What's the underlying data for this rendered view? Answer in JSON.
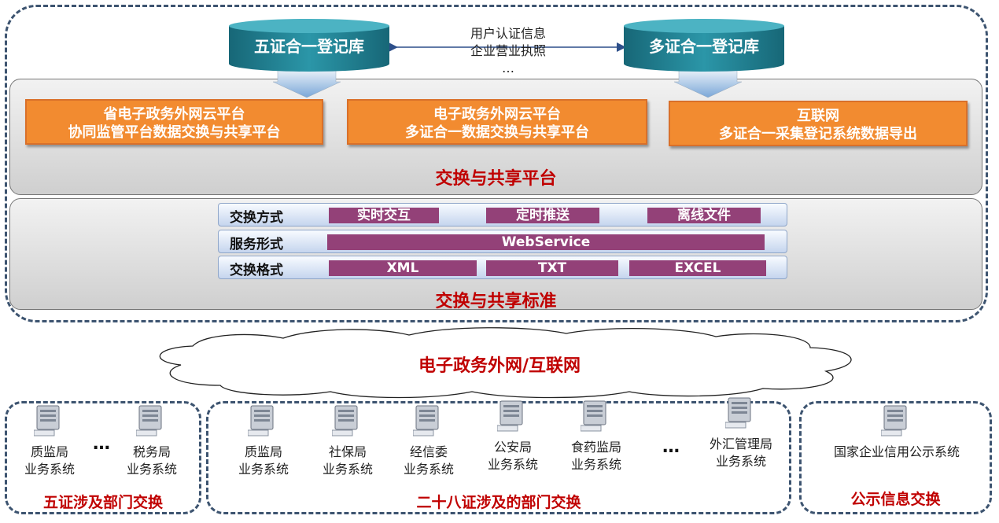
{
  "databases": {
    "left": "五证合一登记库",
    "right": "多证合一登记库"
  },
  "mid_note": [
    "用户认证信息",
    "企业营业执照",
    "…"
  ],
  "platform": {
    "title": "交换与共享平台",
    "boxes": [
      {
        "line1": "省电子政务外网云平台",
        "line2": "协同监管平台数据交换与共享平台"
      },
      {
        "line1": "电子政务外网云平台",
        "line2": "多证合一数据交换与共享平台"
      },
      {
        "line1": "互联网",
        "line2": "多证合一采集登记系统数据导出"
      }
    ]
  },
  "standard": {
    "title": "交换与共享标准",
    "rows": [
      {
        "label": "交换方式",
        "items": [
          "实时交互",
          "定时推送",
          "离线文件"
        ]
      },
      {
        "label": "服务形式",
        "items": [
          "WebService"
        ]
      },
      {
        "label": "交换格式",
        "items": [
          "XML",
          "TXT",
          "EXCEL"
        ]
      }
    ]
  },
  "network": "电子政务外网/互联网",
  "groups": [
    {
      "title": "五证涉及部门交换",
      "systems": [
        {
          "name": "质监局",
          "sub": "业务系统"
        },
        {
          "name": "税务局",
          "sub": "业务系统"
        }
      ],
      "ellipsis": "…"
    },
    {
      "title": "二十八证涉及的部门交换",
      "systems": [
        {
          "name": "质监局",
          "sub": "业务系统"
        },
        {
          "name": "社保局",
          "sub": "业务系统"
        },
        {
          "name": "经信委",
          "sub": "业务系统"
        },
        {
          "name": "公安局",
          "sub": "业务系统"
        },
        {
          "name": "食药监局",
          "sub": "业务系统"
        },
        {
          "name": "外汇管理局",
          "sub": "业务系统"
        }
      ],
      "ellipsis": "…"
    },
    {
      "title": "公示信息交换",
      "systems": [
        {
          "name": "国家企业信用公示系统",
          "sub": ""
        }
      ]
    }
  ],
  "colors": {
    "accent_red": "#c00000",
    "orange": "#f28b30",
    "purple": "#934178",
    "teal": "#1f7d8c",
    "frame": "#3d5470"
  }
}
